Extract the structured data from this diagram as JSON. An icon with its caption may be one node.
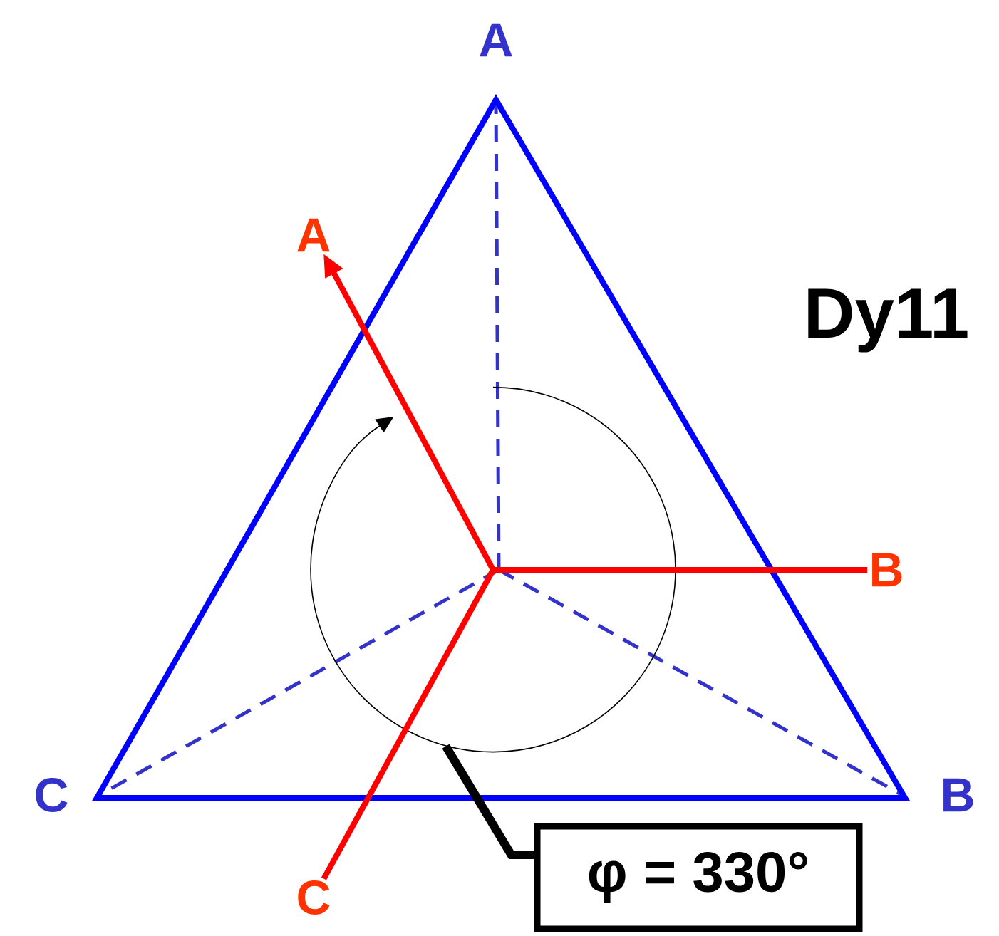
{
  "diagram": {
    "nodes": [
      {
        "text": [
          "A"
        ]
      },
      {
        "text": [
          "B"
        ]
      },
      {
        "text": [
          "C"
        ]
      },
      {
        "text": [
          "φ = 330°"
        ]
      },
      {
        "text": [],
        "shape": "circle"
      }
    ],
    "edges": [
      {
        "from": 4,
        "to": 0,
        "arrow": "to",
        "color": "#ff0000"
      },
      {
        "from": 4,
        "to": 1,
        "arrow": "none",
        "color": "#ff0000"
      },
      {
        "from": 4,
        "to": 2,
        "arrow": "none",
        "color": "#ff0000"
      },
      {
        "from": 3,
        "to": 4,
        "arrow": "none",
        "color": "#000000"
      }
    ],
    "labels": [
      "A",
      "B",
      "C",
      "Dy11"
    ]
  }
}
